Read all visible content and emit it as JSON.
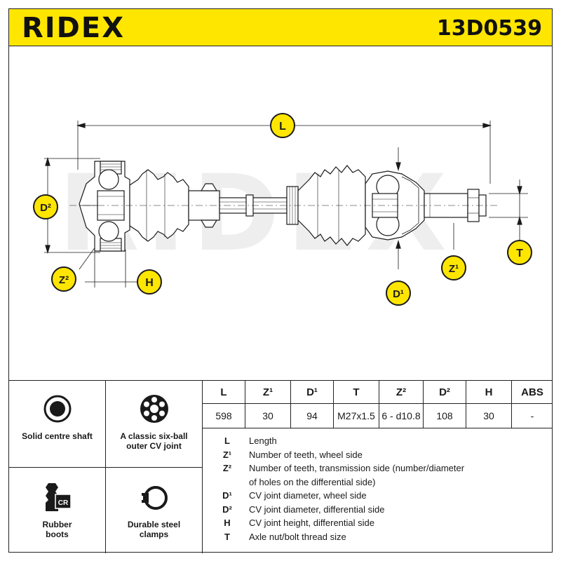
{
  "brand": "RIDEX",
  "part_number": "13D0539",
  "watermark": "RIDEX",
  "drawing_labels": {
    "L": "L",
    "D2": "D²",
    "Z2": "Z²",
    "H": "H",
    "Z1": "Z¹",
    "D1": "D¹",
    "T": "T"
  },
  "features": [
    {
      "icon": "solid-shaft-icon",
      "label": "Solid centre shaft"
    },
    {
      "icon": "six-ball-joint-icon",
      "label": "A classic six-ball outer CV joint"
    },
    {
      "icon": "rubber-boot-icon",
      "label": "Rubber boots",
      "badge": "CR"
    },
    {
      "icon": "steel-clamp-icon",
      "label": "Durable steel clamps"
    }
  ],
  "spec_table": {
    "headers": [
      "L",
      "Z¹",
      "D¹",
      "T",
      "Z²",
      "D²",
      "H",
      "ABS"
    ],
    "values": [
      "598",
      "30",
      "94",
      "M27x1.5",
      "6 - d10.8",
      "108",
      "30",
      "-"
    ]
  },
  "legend": [
    {
      "key": "L",
      "text": "Length"
    },
    {
      "key": "Z¹",
      "text": "Number of teeth, wheel side"
    },
    {
      "key": "Z²",
      "text": "Number of teeth, transmission side (number/diameter"
    },
    {
      "key": "",
      "text": "of holes on the differential side)"
    },
    {
      "key": "D¹",
      "text": "CV joint diameter, wheel side"
    },
    {
      "key": "D²",
      "text": "CV joint diameter, differential side"
    },
    {
      "key": "H",
      "text": "CV joint height, differential side"
    },
    {
      "key": "T",
      "text": "Axle nut/bolt thread size"
    }
  ]
}
